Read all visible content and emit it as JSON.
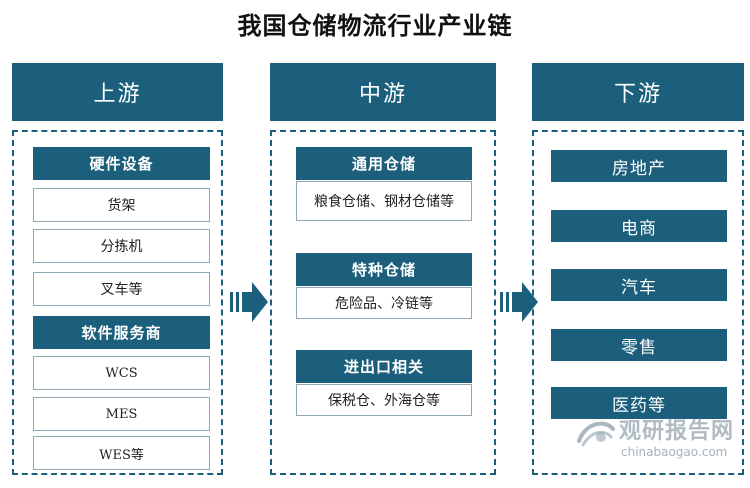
{
  "title": "我国仓储物流行业产业链",
  "upstream": {
    "header": "上游",
    "hardware": {
      "label": "硬件设备",
      "items": [
        "货架",
        "分拣机",
        "叉车等"
      ]
    },
    "software": {
      "label": "软件服务商",
      "items": [
        "WCS",
        "MES",
        "WES等"
      ]
    }
  },
  "midstream": {
    "header": "中游",
    "groups": [
      {
        "label": "通用仓储",
        "detail": "粮食仓储、钢材仓储等"
      },
      {
        "label": "特种仓储",
        "detail": "危险品、冷链等"
      },
      {
        "label": "进出口相关",
        "detail": "保税仓、外海仓等"
      }
    ]
  },
  "downstream": {
    "header": "下游",
    "items": [
      "房地产",
      "电商",
      "汽车",
      "零售",
      "医药等"
    ]
  },
  "watermark": {
    "cn": "观研报告网",
    "en": "chinabaogao.com"
  },
  "colors": {
    "primary": "#1b5f7c",
    "border": "#8fa7b4"
  }
}
